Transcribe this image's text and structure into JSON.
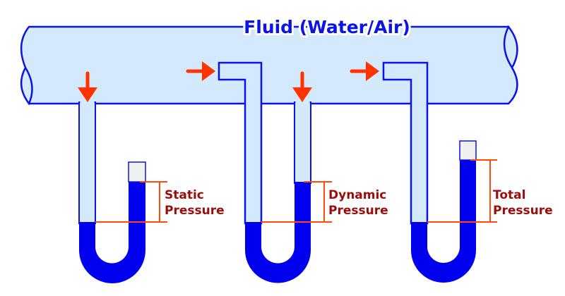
{
  "title": "Fluid (Water/Air)",
  "colors": {
    "pipe_fill": "#d4e9fb",
    "pipe_stroke": "#0a14e6",
    "liquid": "#0000ee",
    "arrow": "#ff3300",
    "measure_line": "#ff4a0a",
    "label_text": "#9b0c0c",
    "cap_fill": "#f0f0f0",
    "title_text": "#0a14e6"
  },
  "manometers": [
    {
      "id": "static",
      "label_line1": "Static",
      "label_line2": "Pressure",
      "probe": "wall-tap",
      "arrow_direction": "down",
      "open_end": "capped"
    },
    {
      "id": "dynamic",
      "label_line1": "Dynamic",
      "label_line2": "Pressure",
      "probe": "pitot-and-wall-tap",
      "arrow_directions": [
        "right",
        "down"
      ],
      "open_end": "connected"
    },
    {
      "id": "total",
      "label_line1": "Total",
      "label_line2": "Pressure",
      "probe": "pitot",
      "arrow_direction": "right",
      "open_end": "capped"
    }
  ]
}
